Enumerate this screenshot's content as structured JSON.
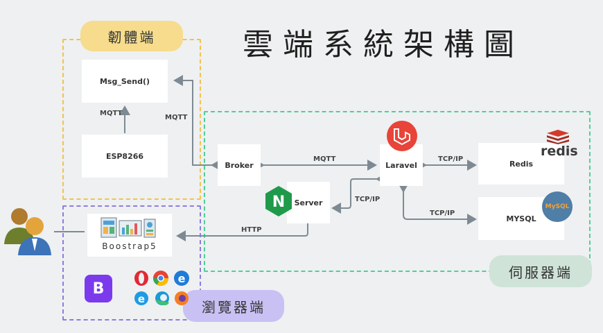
{
  "title": "雲端系統架構圖",
  "zones": {
    "firmware": "韌體端",
    "browser": "瀏覽器端",
    "server": "伺服器端"
  },
  "nodes": {
    "msg_send": "Msg_Send()",
    "esp8266": "ESP8266",
    "broker": "Broker",
    "server": "Server",
    "laravel": "Laravel",
    "redis": "Redis",
    "mysql": "MYSQL",
    "bootstrap": "Boostrap5"
  },
  "edges": {
    "esp_to_msg": "MQTT",
    "msg_to_broker": "MQTT",
    "broker_laravel": "MQTT",
    "laravel_redis": "TCP/IP",
    "laravel_server": "TCP/IP",
    "laravel_mysql": "TCP/IP",
    "server_bootstrap": "HTTP"
  },
  "logos": {
    "redis": "redis",
    "mysql": "MySQL",
    "nginx": "N",
    "bootstrap": "B"
  },
  "colors": {
    "firmware_zone": "#f2c24e",
    "browser_zone": "#8e7be0",
    "server_zone": "#4ecf9a",
    "firmware_pill": "#f6dc8c",
    "browser_pill": "#c9c0f4",
    "server_pill": "#cfe3d8",
    "arrow": "#7e8a93"
  }
}
